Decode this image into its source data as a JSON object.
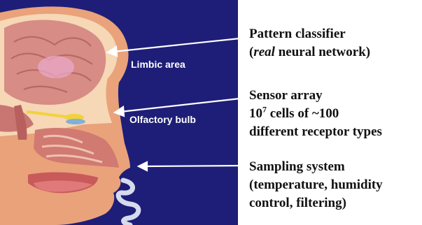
{
  "labels": {
    "limbic": "Limbic area",
    "olfactory": "Olfactory bulb"
  },
  "descriptions": {
    "pattern": {
      "line1": "Pattern classifier",
      "line2_open": "(",
      "line2_italic": "real",
      "line2_rest": " neural network)"
    },
    "sensor": {
      "line1": "Sensor array",
      "line2_base": "10",
      "line2_exp": "7",
      "line2_rest": " cells of ~100",
      "line3": "different receptor types"
    },
    "sampling": {
      "line1": "Sampling system",
      "line2": "(temperature, humidity",
      "line3": "control, filtering)"
    }
  },
  "colors": {
    "panel_background": "#1e1e78",
    "skin": "#f3b48a",
    "brain": "#d8918a",
    "arrow": "#ffffff",
    "text": "#111111"
  }
}
